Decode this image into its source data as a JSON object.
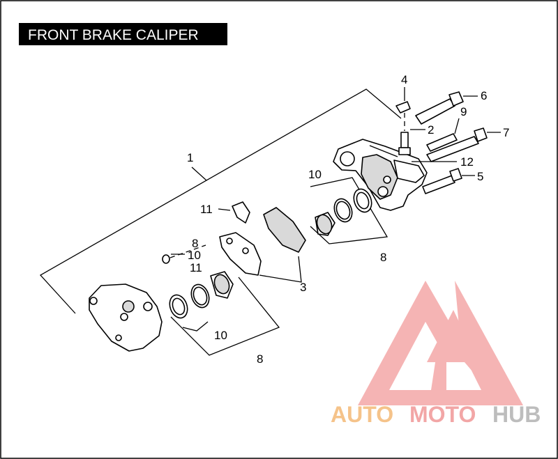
{
  "title": "FRONT BRAKE CALIPER",
  "callouts": {
    "c1": "1",
    "c2": "2",
    "c3": "3",
    "c4": "4",
    "c5": "5",
    "c6": "6",
    "c7": "7",
    "c8_upper_right": "8",
    "c8_lower": "8",
    "c8_small": "8",
    "c9": "9",
    "c10_upper": "10",
    "c10_lower": "10",
    "c10_small": "10",
    "c11_pad": "11",
    "c11_small": "11",
    "c12": "12"
  },
  "watermark": {
    "part1": "AUTO",
    "part2": "MOTO",
    "part3": "HUB",
    "color1": "#f5c38a",
    "color2": "#f2a6a6",
    "color3": "#bdbdbd",
    "logo_color": "#f29c9c"
  },
  "colors": {
    "title_bg": "#000000",
    "title_fg": "#ffffff",
    "line": "#000000"
  }
}
